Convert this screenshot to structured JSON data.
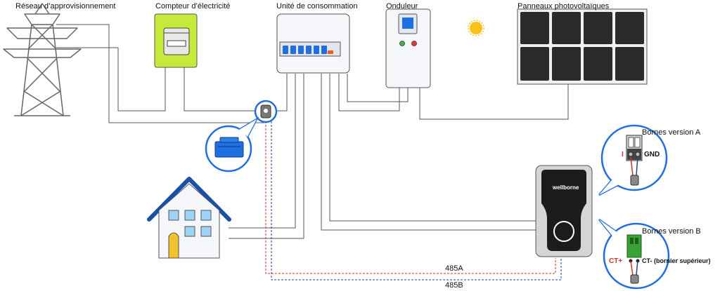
{
  "labels": {
    "grid": "Réseau d’approvisionnement",
    "meter": "Compteur d’électricité",
    "consumer_unit": "Unité de consommation",
    "inverter": "Onduleur",
    "solar_panels": "Panneaux photovoltaïques",
    "version_a": "Bornes version A",
    "version_b": "Bornes version B"
  },
  "charger": {
    "brand": "wellborne"
  },
  "terminals": {
    "a_i": "I",
    "a_gnd": "GND",
    "b_ct_plus": "CT+",
    "b_ct_minus": "CT- (bornier supérieur)"
  },
  "bus": {
    "a": "485A",
    "b": "485B"
  },
  "colors": {
    "line_gray": "#555555",
    "device_fill": "#f4f6f9",
    "meter_green": "#c6ea3a",
    "accent_blue": "#1f6fe0",
    "house_roof": "#1a4fa8",
    "window_blue": "#9fd3f5",
    "door_yellow": "#f2c12e",
    "sun": "#f7c31b",
    "panel_cell": "#2b2b2b",
    "bus_a": "#d32f2f",
    "bus_b": "#2f3d8a",
    "green_terminal": "#39a235"
  }
}
